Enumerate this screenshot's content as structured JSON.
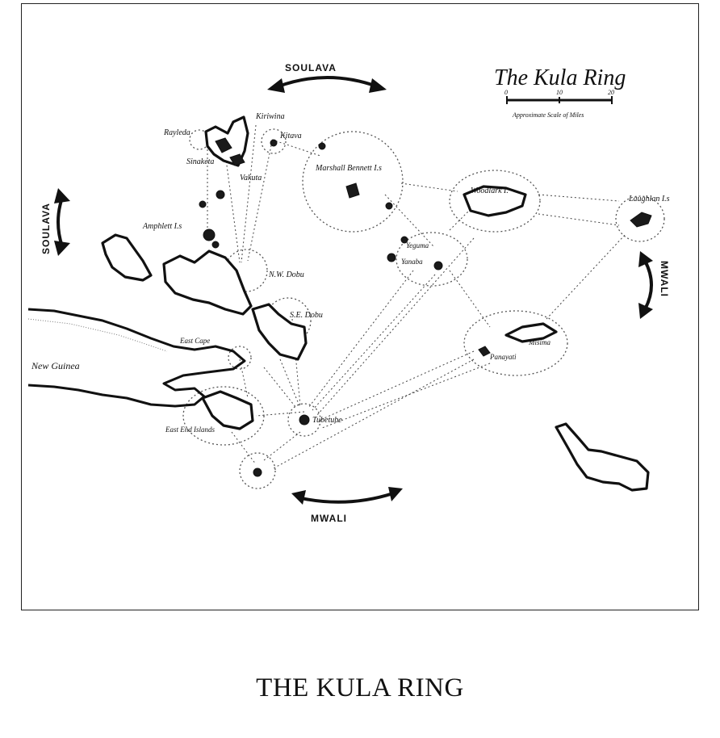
{
  "caption": "THE KULA RING",
  "map": {
    "title": "The Kula Ring",
    "scale_caption": "Approximate Scale of Miles",
    "scale_ticks": [
      "0",
      "10",
      "20"
    ],
    "directions": {
      "top": "SOULAVA",
      "left": "SOULAVA",
      "right": "MWALI",
      "bottom": "MWALI"
    },
    "places": {
      "kiriwina": "Kiriwina",
      "kitava": "Kitava",
      "rayleda": "Rayleda",
      "sinaketa": "Sinaketa",
      "vakuta": "Vakuta",
      "marshall_bennett": "Marshall Bennett I.s",
      "woodlark": "Woodlark I.",
      "laughlan": "Laughlan I.s",
      "amphlett": "Amphlett I.s",
      "nw_dobu": "N.W. Dobu",
      "se_dobu": "S.E. Dobu",
      "new_guinea": "New Guinea",
      "east_cape": "East Cape",
      "east_end_islands": "East End Islands",
      "tubetube": "Tubetube",
      "yeguma": "Yeguma",
      "yanaba": "Yanaba",
      "misima": "Misima",
      "panayati": "Panayati"
    }
  }
}
